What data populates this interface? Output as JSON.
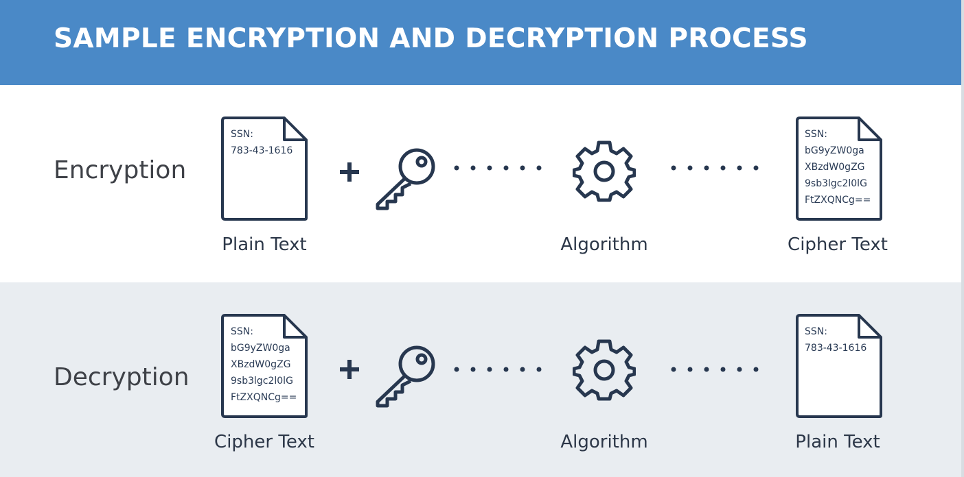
{
  "header": {
    "title": "SAMPLE ENCRYPTION AND DECRYPTION PROCESS"
  },
  "colors": {
    "header_bg": "#4a89c7",
    "icon_stroke": "#27374f",
    "decryption_bg": "#e9edf1"
  },
  "encryption": {
    "label": "Encryption",
    "input_doc": {
      "lines": [
        "SSN:",
        "783-43-1616"
      ],
      "caption": "Plain Text"
    },
    "algorithm": {
      "caption": "Algorithm"
    },
    "output_doc": {
      "lines": [
        "SSN:",
        "bG9yZW0ga",
        "XBzdW0gZG",
        "9sb3lgc2l0lG",
        "FtZXQNCg=="
      ],
      "caption": "Cipher Text"
    }
  },
  "decryption": {
    "label": "Decryption",
    "input_doc": {
      "lines": [
        "SSN:",
        "bG9yZW0ga",
        "XBzdW0gZG",
        "9sb3lgc2l0lG",
        "FtZXQNCg=="
      ],
      "caption": "Cipher Text"
    },
    "algorithm": {
      "caption": "Algorithm"
    },
    "output_doc": {
      "lines": [
        "SSN:",
        "783-43-1616"
      ],
      "caption": "Plain Text"
    }
  },
  "icons": {
    "plus": "plus-icon",
    "key": "key-icon",
    "gear": "gear-icon",
    "document": "document-icon",
    "dots": "dotted-connector"
  }
}
